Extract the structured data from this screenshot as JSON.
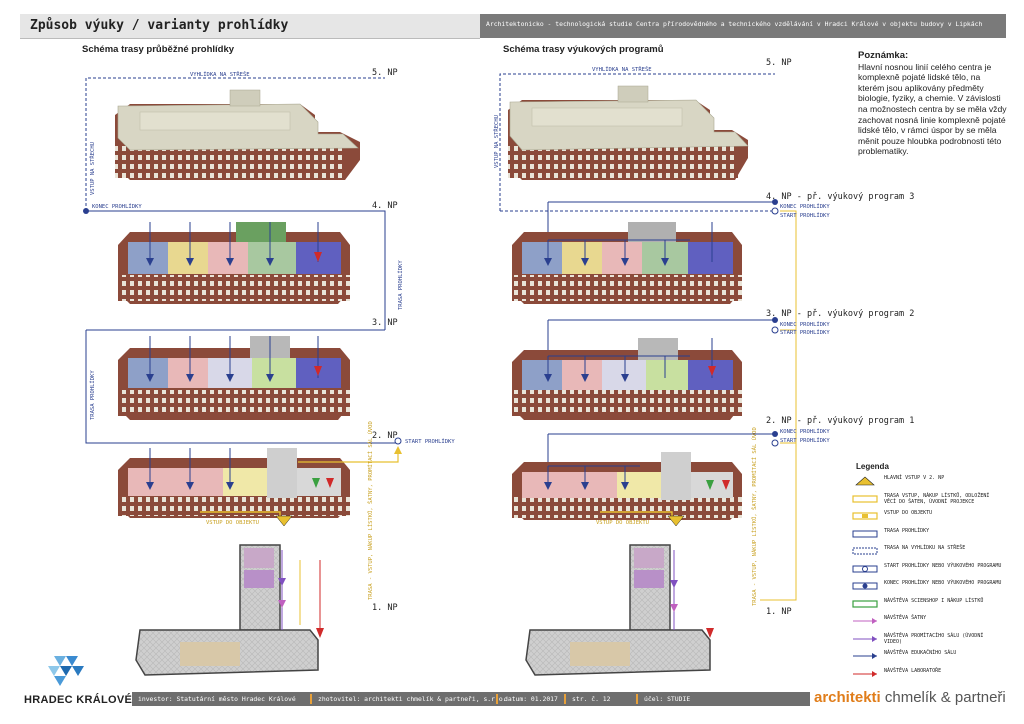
{
  "header": {
    "left_title": "Způsob výuky / varianty prohlídky",
    "right_title": "Architektonicko - technologická studie Centra přírodovědného a technického vzdělávání v Hradci Králové v objektu budovy v Lipkách"
  },
  "left_section": {
    "title": "Schéma trasy průběžné prohlídky",
    "floors": [
      "5. NP",
      "4. NP",
      "3. NP",
      "2. NP",
      "1. NP"
    ],
    "vyhlidka": "VYHLÍDKA NA STŘEŠE",
    "vstup_strecha": "VSTUP NA STŘECHU",
    "konec": "KONEC PROHLÍDKY",
    "start": "START PROHLÍDKY",
    "trasa": "TRASA PROHLÍDKY",
    "vstup_objekt": "VSTUP DO OBJEKTU",
    "vertical_note": "TRASA - VSTUP, NÁKUP LÍSTKŮ, ŠATNY, PROMÍTACÍ SÁL ÚVOD"
  },
  "right_section": {
    "title": "Schéma trasy výukových programů",
    "floors": [
      "5. NP",
      "4. NP - př. výukový program 3",
      "3. NP - př. výukový program 2",
      "2. NP - př. výukový program 1",
      "1. NP"
    ],
    "vyhlidka": "VYHLÍDKA NA STŘEŠE",
    "vstup_strecha": "VSTUP NA STŘECHU",
    "konec": "KONEC PROHLÍDKY",
    "start": "START PROHLÍDKY",
    "vstup_objekt": "VSTUP DO OBJEKTU",
    "vertical_note": "TRASA - VSTUP, NÁKUP LÍSTKŮ, ŠATNY, PROMÍTACÍ SÁL ÚVOD"
  },
  "note": {
    "title": "Poznámka:",
    "text": "Hlavní nosnou linií celého centra je komplexně pojaté lidské tělo, na kterém jsou aplikovány předměty biologie, fyziky, a chemie. V závislosti na možnostech centra by se měla vždy zachovat nosná linie komplexně pojaté lidské tělo, v rámci úspor by se měla měnit pouze hloubka podrobnosti této problematiky."
  },
  "legend": {
    "title": "Legenda",
    "items": [
      {
        "label": "HLAVNÍ VSTUP V 2. NP",
        "color": "#e8c030"
      },
      {
        "label": "TRASA VSTUP, NÁKUP LÍSTKŮ, ODLOŽENÍ VĚCÍ DO ŠATEN, ÚVODNÍ PROJEKCE",
        "color": "#e8c030"
      },
      {
        "label": "VSTUP DO OBJEKTU",
        "color": "#e8c030"
      },
      {
        "label": "TRASA PROHLÍDKY",
        "color": "#2a3f8f"
      },
      {
        "label": "TRASA NA VYHLÍDKU NA STŘEŠE",
        "color": "#2a3f8f"
      },
      {
        "label": "START PROHLÍDKY NEBO VÝUKOVÉHO PROGRAMU",
        "color": "#2a3f8f"
      },
      {
        "label": "KONEC PROHLÍDKY NEBO VÝUKOVÉHO PROGRAMU",
        "color": "#2a3f8f"
      },
      {
        "label": "NÁVŠTĚVA SCIENSHOP I NÁKUP LÍSTKŮ",
        "color": "#3aa040"
      },
      {
        "label": "NÁVŠTĚVA ŠATNY",
        "color": "#c060c0"
      },
      {
        "label": "NÁVŠTĚVA PROMÍTACÍHO SÁLU (ÚVODNÍ VIDEO)",
        "color": "#8050c0"
      },
      {
        "label": "NÁVŠTĚVA EDUKAČNÍHO SÁLU",
        "color": "#2a3f8f"
      },
      {
        "label": "NÁVŠTĚVA LABORATOŘE",
        "color": "#d02a2a"
      }
    ]
  },
  "footer": {
    "brand": "HRADEC KRÁLOVÉ",
    "investor": "investor: Statutární město Hradec Králové",
    "zhotovitel": "zhotovitel: architekti chmelík & partneři, s.r.o.",
    "datum": "datum: 01.2017",
    "strana": "str. č. 12",
    "ucel": "účel: STUDIE",
    "company_a": "architekti",
    "company_b": " chmelík & partneři"
  },
  "colors": {
    "route": "#2a3f8f",
    "brick": "#8b4a3a",
    "roof": "#d8d6c4",
    "yellow": "#e8c030",
    "red": "#d02a2a",
    "purple": "#8050c0",
    "green": "#3aa040"
  }
}
